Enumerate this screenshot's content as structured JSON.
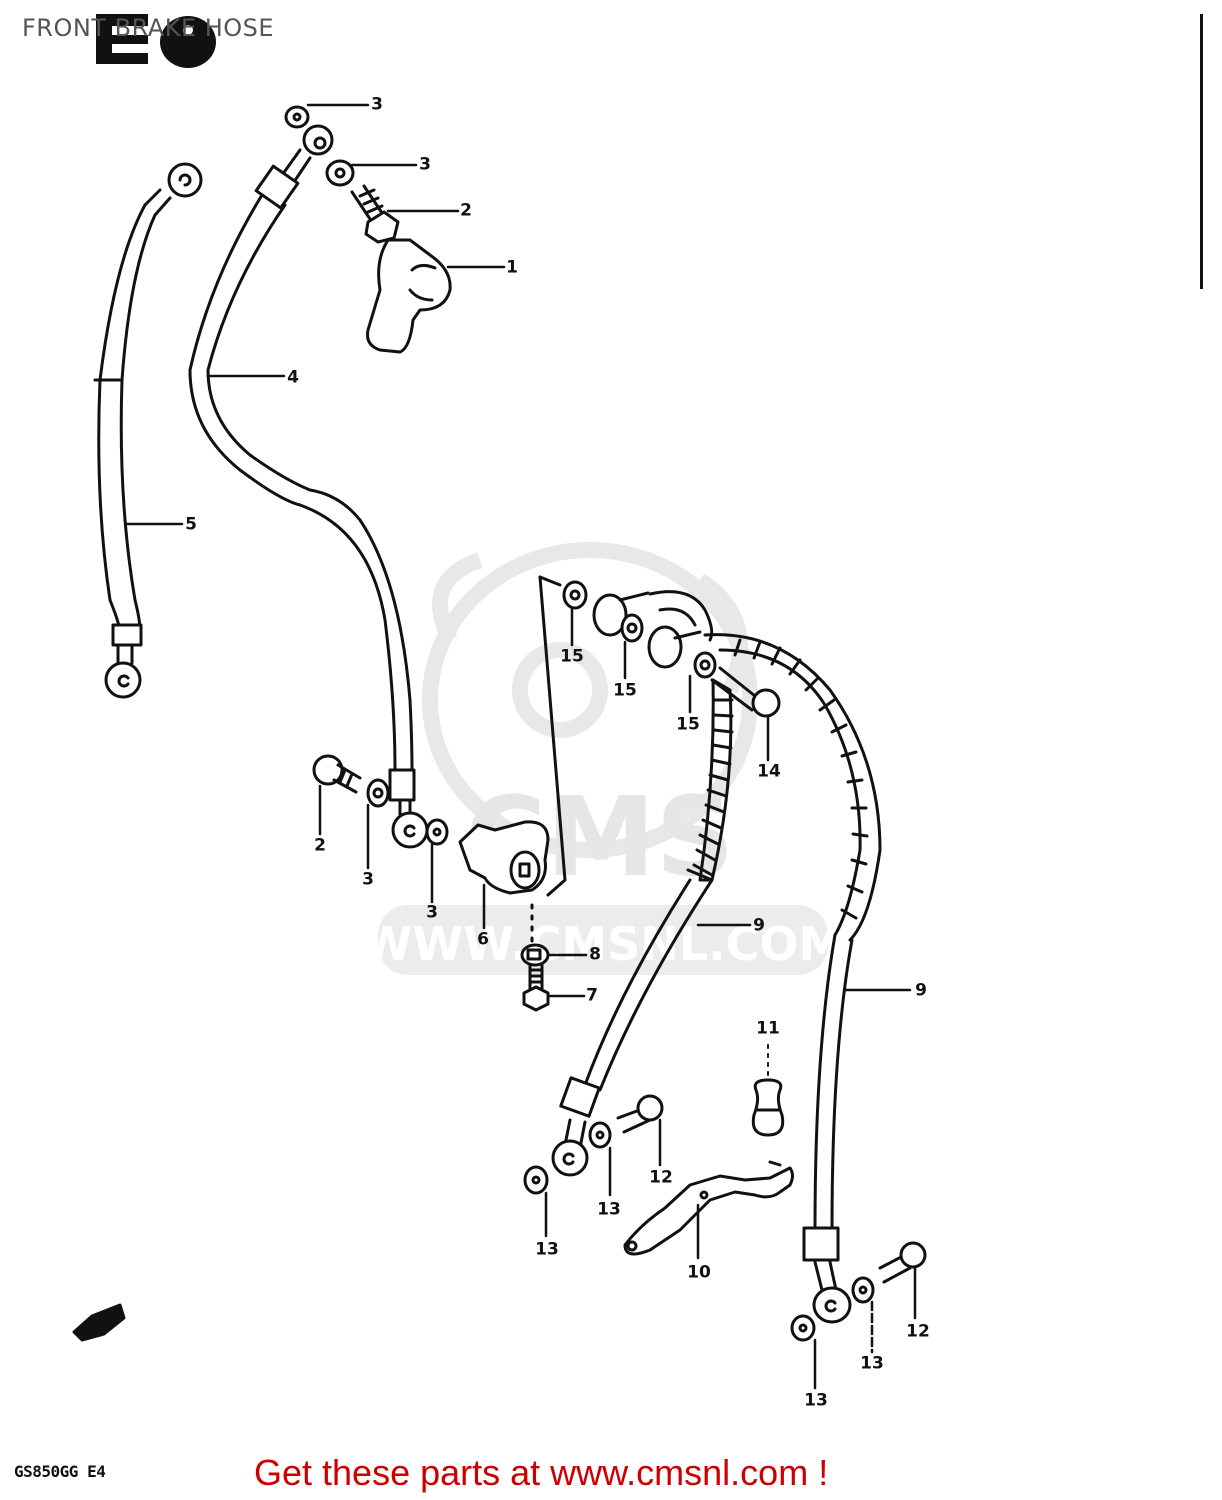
{
  "page": {
    "title": "FRONT BRAKE HOSE",
    "section_code": "E6",
    "model_code": "GS850GG E4",
    "promo_text": "Get these parts at www.cmsnl.com !",
    "promo_color": "#cc0000",
    "title_color": "#555555"
  },
  "watermark": {
    "logo_text": "CMS",
    "url_text": "WWW.CMSNL.COM",
    "color": "#e6e6e6"
  },
  "parts": {
    "callouts": [
      {
        "id": "c3a",
        "label": "3",
        "part": "washer"
      },
      {
        "id": "c3b",
        "label": "3",
        "part": "washer"
      },
      {
        "id": "c2a",
        "label": "2",
        "part": "union bolt"
      },
      {
        "id": "c1",
        "label": "1",
        "part": "master cylinder outlet"
      },
      {
        "id": "c4",
        "label": "4",
        "part": "upper brake hose"
      },
      {
        "id": "c5",
        "label": "5",
        "part": "brake hose"
      },
      {
        "id": "c2b",
        "label": "2",
        "part": "union bolt"
      },
      {
        "id": "c3c",
        "label": "3",
        "part": "washer"
      },
      {
        "id": "c3d",
        "label": "3",
        "part": "washer"
      },
      {
        "id": "c6",
        "label": "6",
        "part": "3-way joint"
      },
      {
        "id": "c8",
        "label": "8",
        "part": "washer"
      },
      {
        "id": "c7",
        "label": "7",
        "part": "bolt"
      },
      {
        "id": "c15a",
        "label": "15",
        "part": "washer"
      },
      {
        "id": "c15b",
        "label": "15",
        "part": "washer"
      },
      {
        "id": "c15c",
        "label": "15",
        "part": "washer"
      },
      {
        "id": "c14",
        "label": "14",
        "part": "union bolt"
      },
      {
        "id": "c9a",
        "label": "9",
        "part": "lower brake hose"
      },
      {
        "id": "c9b",
        "label": "9",
        "part": "lower brake hose"
      },
      {
        "id": "c11",
        "label": "11",
        "part": "grommet"
      },
      {
        "id": "c12a",
        "label": "12",
        "part": "union bolt"
      },
      {
        "id": "c12b",
        "label": "12",
        "part": "union bolt"
      },
      {
        "id": "c13a",
        "label": "13",
        "part": "washer"
      },
      {
        "id": "c13b",
        "label": "13",
        "part": "washer"
      },
      {
        "id": "c13c",
        "label": "13",
        "part": "washer"
      },
      {
        "id": "c13d",
        "label": "13",
        "part": "washer"
      },
      {
        "id": "c10",
        "label": "10",
        "part": "hose guide bracket"
      }
    ]
  }
}
